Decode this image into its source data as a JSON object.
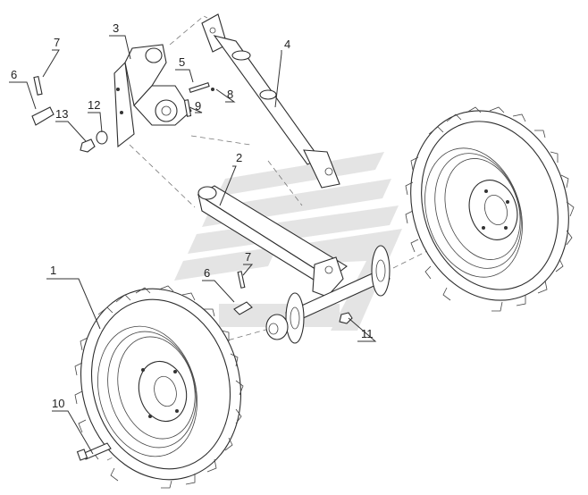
{
  "diagram": {
    "callouts": [
      {
        "id": "c1",
        "label": "1"
      },
      {
        "id": "c2",
        "label": "2"
      },
      {
        "id": "c3",
        "label": "3"
      },
      {
        "id": "c4",
        "label": "4"
      },
      {
        "id": "c5",
        "label": "5"
      },
      {
        "id": "c6a",
        "label": "6"
      },
      {
        "id": "c6b",
        "label": "6"
      },
      {
        "id": "c7a",
        "label": "7"
      },
      {
        "id": "c7b",
        "label": "7"
      },
      {
        "id": "c8",
        "label": "8"
      },
      {
        "id": "c9",
        "label": "9"
      },
      {
        "id": "c10",
        "label": "10"
      },
      {
        "id": "c11",
        "label": "11"
      },
      {
        "id": "c12",
        "label": "12"
      },
      {
        "id": "c13",
        "label": "13"
      }
    ],
    "colors": {
      "line": "#2e2e2e",
      "watermark": "#dcdcdc",
      "background": "#ffffff"
    },
    "watermark_logo": "manufacturer-logo"
  }
}
